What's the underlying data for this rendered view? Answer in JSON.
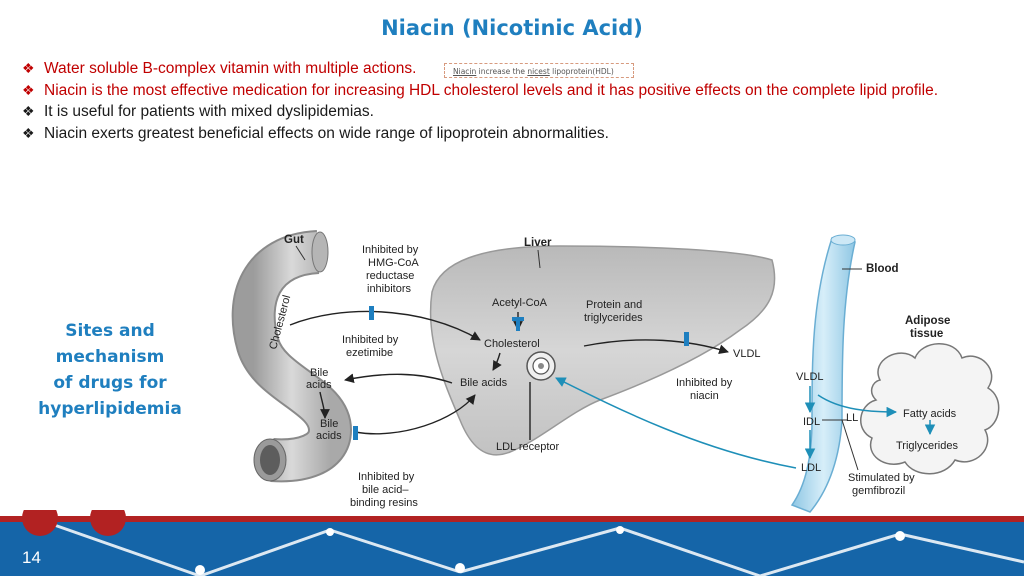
{
  "title": "Niacin (Nicotinic Acid)",
  "bullets": [
    {
      "text": "Water soluble B-complex vitamin with multiple actions.",
      "color": "#c00000"
    },
    {
      "text": "Niacin is the most effective medication for increasing HDL cholesterol levels and it has positive effects on the complete lipid profile.",
      "color": "#c00000"
    },
    {
      "text": "It is useful for patients with mixed dyslipidemias.",
      "color": "#1a1a1a"
    },
    {
      "text": "Niacin exerts greatest beneficial effects on wide range of lipoprotein abnormalities.",
      "color": "#1a1a1a"
    }
  ],
  "bullet_icon": "diamond-bullet-icon",
  "note": {
    "w1": "Niacin",
    "mid": " increase the ",
    "w2": "nicest",
    "end": " lipoprotein(HDL)"
  },
  "side_label": [
    "Sites and mechanism",
    "of drugs for",
    "hyperlipidemia"
  ],
  "diagram": {
    "gut": "Gut",
    "cholesterol_in_gut": "Cholesterol",
    "inhibited_hmg": [
      "Inhibited by",
      "HMG-CoA",
      "reductase",
      "inhibitors"
    ],
    "liver": "Liver",
    "acetyl_coa": "Acetyl-CoA",
    "protein_tg": [
      "Protein and",
      "triglycerides"
    ],
    "inhibited_ezetimibe": [
      "Inhibited by",
      "ezetimibe"
    ],
    "cholesterol": "Cholesterol",
    "bile_acids_gut": [
      "Bile",
      "acids"
    ],
    "bile_acids_liver": "Bile acids",
    "bile_acids_lower": [
      "Bile",
      "acids"
    ],
    "ldl_receptor": "LDL receptor",
    "inhibited_niacin": [
      "Inhibited by",
      "niacin"
    ],
    "vldl_liver": "VLDL",
    "inhibited_resins": [
      "Inhibited by",
      "bile acid–",
      "binding resins"
    ],
    "blood": "Blood",
    "vldl_blood": "VLDL",
    "idl": "IDL",
    "ldl": "LDL",
    "ll": "LL",
    "adipose": [
      "Adipose",
      "tissue"
    ],
    "fatty_acids": "Fatty acids",
    "triglycerides": "Triglycerides",
    "stimulated": [
      "Stimulated by",
      "gemfibrozil"
    ]
  },
  "page_number": "14",
  "colors": {
    "title": "#1f7fbf",
    "accent_red": "#c00000",
    "footer_blue": "#1565a8",
    "vessel": "#b7dcef",
    "inhibit_marker": "#1e7fc0"
  }
}
